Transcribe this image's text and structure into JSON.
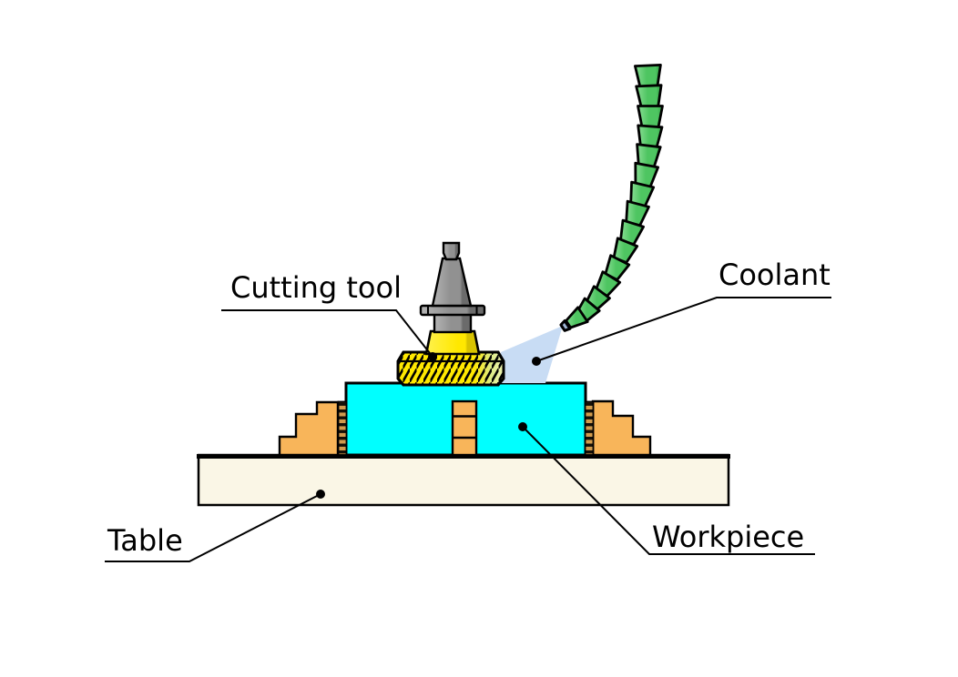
{
  "diagram": {
    "labels": {
      "cutting_tool": "Cutting tool",
      "coolant": "Coolant",
      "table": "Table",
      "workpiece": "Workpiece"
    },
    "colors": {
      "background": "#FFFFFF",
      "outline": "#000000",
      "workpiece_cyan": "#00FFFF",
      "clamp_orange": "#F8B55A",
      "rod_tan": "#D09B4E",
      "table_cream": "#FAF6E6",
      "hose_green": "#4EC561",
      "hose_green_light": "#8ADE95",
      "hose_green_dark": "#2F9E43",
      "coolant_spray_blue": "#C8DCF4",
      "tool_yellow": "#FFE800",
      "tool_yellow_dark": "#D8C300",
      "hob_highlight": "#DCEA86",
      "metal_gray": "#919191",
      "metal_gray_dark": "#6B6B6B",
      "metal_gray_light": "#B5B5B5",
      "nozzle_tip": "#9FB6D4"
    }
  }
}
